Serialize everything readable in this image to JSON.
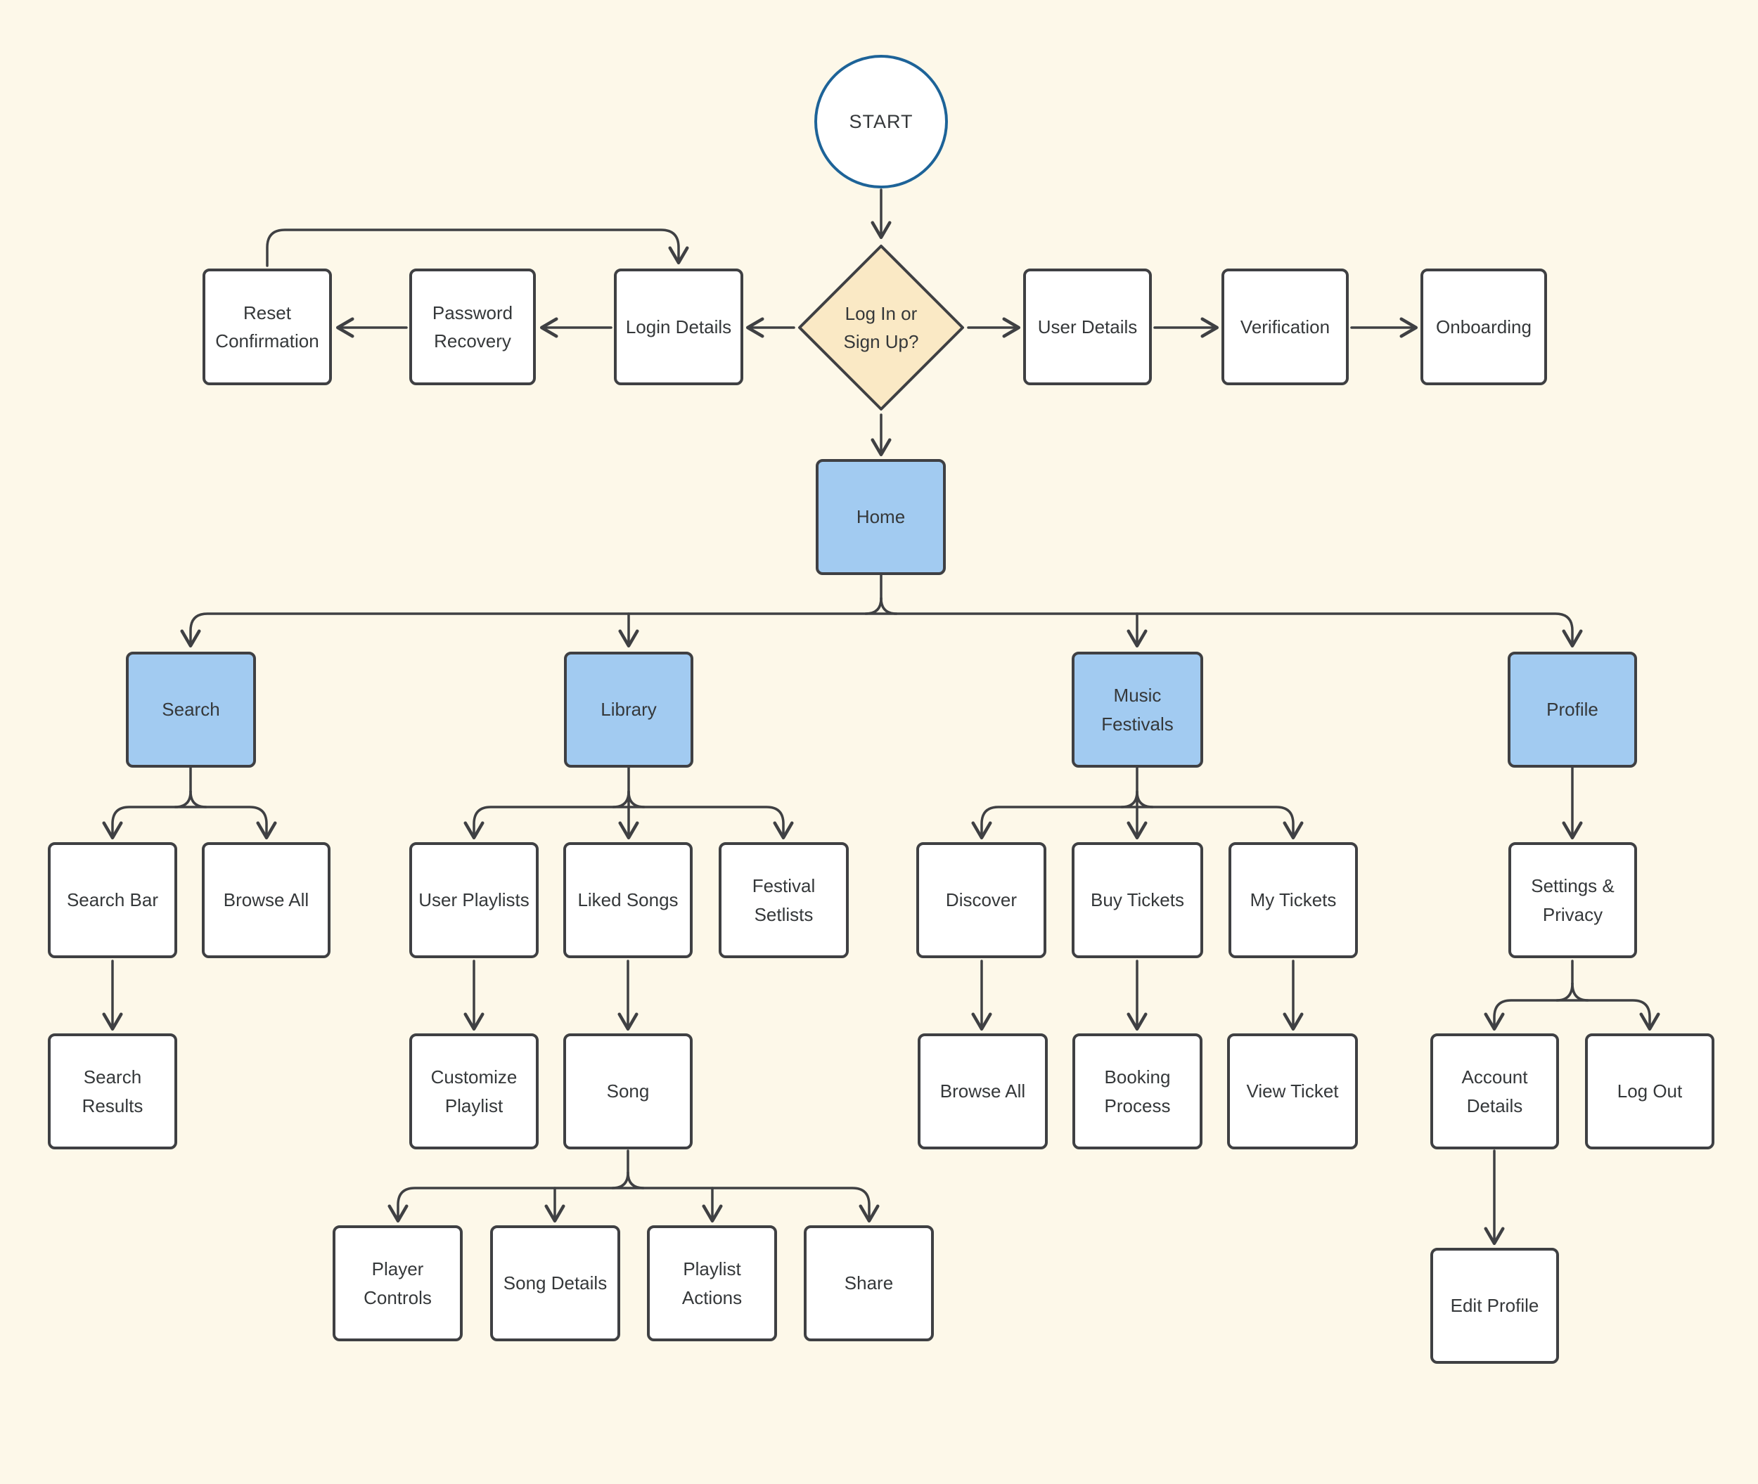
{
  "diagram": {
    "type": "flowchart",
    "description": "Music streaming app user flow diagram"
  },
  "colors": {
    "background": "#FDF8E9",
    "node_fill": "#FFFFFF",
    "node_border": "#3F4043",
    "accent_node_fill": "#A2CBF1",
    "decision_fill": "#FAE9C5",
    "start_circle_border": "#1D6398",
    "connector": "#3F4043",
    "text": "#35383A"
  },
  "nodes": {
    "start": {
      "label": "START",
      "shape": "circle"
    },
    "login_signup": {
      "label": "Log In or\nSign Up?",
      "shape": "diamond"
    },
    "reset_confirmation": {
      "label": "Reset\nConfirmation",
      "shape": "box"
    },
    "password_recovery": {
      "label": "Password\nRecovery",
      "shape": "box"
    },
    "login_details": {
      "label": "Login Details",
      "shape": "box"
    },
    "user_details": {
      "label": "User Details",
      "shape": "box"
    },
    "verification": {
      "label": "Verification",
      "shape": "box"
    },
    "onboarding": {
      "label": "Onboarding",
      "shape": "box"
    },
    "home": {
      "label": "Home",
      "shape": "box",
      "accent": true
    },
    "search": {
      "label": "Search",
      "shape": "box",
      "accent": true
    },
    "library": {
      "label": "Library",
      "shape": "box",
      "accent": true
    },
    "music_festivals": {
      "label": "Music\nFestivals",
      "shape": "box",
      "accent": true
    },
    "profile": {
      "label": "Profile",
      "shape": "box",
      "accent": true
    },
    "search_bar": {
      "label": "Search Bar",
      "shape": "box"
    },
    "browse_all_search": {
      "label": "Browse All",
      "shape": "box"
    },
    "user_playlists": {
      "label": "User Playlists",
      "shape": "box"
    },
    "liked_songs": {
      "label": "Liked Songs",
      "shape": "box"
    },
    "festival_setlists": {
      "label": "Festival\nSetlists",
      "shape": "box"
    },
    "discover": {
      "label": "Discover",
      "shape": "box"
    },
    "buy_tickets": {
      "label": "Buy Tickets",
      "shape": "box"
    },
    "my_tickets": {
      "label": "My Tickets",
      "shape": "box"
    },
    "settings_privacy": {
      "label": "Settings &\nPrivacy",
      "shape": "box"
    },
    "search_results": {
      "label": "Search\nResults",
      "shape": "box"
    },
    "customize_playlist": {
      "label": "Customize\nPlaylist",
      "shape": "box"
    },
    "song": {
      "label": "Song",
      "shape": "box"
    },
    "browse_all_festivals": {
      "label": "Browse All",
      "shape": "box"
    },
    "booking_process": {
      "label": "Booking\nProcess",
      "shape": "box"
    },
    "view_ticket": {
      "label": "View Ticket",
      "shape": "box"
    },
    "account_details": {
      "label": "Account\nDetails",
      "shape": "box"
    },
    "log_out": {
      "label": "Log Out",
      "shape": "box"
    },
    "player_controls": {
      "label": "Player\nControls",
      "shape": "box"
    },
    "song_details": {
      "label": "Song Details",
      "shape": "box"
    },
    "playlist_actions": {
      "label": "Playlist\nActions",
      "shape": "box"
    },
    "share": {
      "label": "Share",
      "shape": "box"
    },
    "edit_profile": {
      "label": "Edit Profile",
      "shape": "box"
    }
  },
  "edges": [
    {
      "from": "start",
      "to": "login_signup"
    },
    {
      "from": "login_signup",
      "to": "login_details"
    },
    {
      "from": "login_details",
      "to": "password_recovery"
    },
    {
      "from": "password_recovery",
      "to": "reset_confirmation"
    },
    {
      "from": "reset_confirmation",
      "to": "login_details"
    },
    {
      "from": "login_signup",
      "to": "user_details"
    },
    {
      "from": "user_details",
      "to": "verification"
    },
    {
      "from": "verification",
      "to": "onboarding"
    },
    {
      "from": "login_signup",
      "to": "home"
    },
    {
      "from": "home",
      "to": "search"
    },
    {
      "from": "home",
      "to": "library"
    },
    {
      "from": "home",
      "to": "music_festivals"
    },
    {
      "from": "home",
      "to": "profile"
    },
    {
      "from": "search",
      "to": "search_bar"
    },
    {
      "from": "search",
      "to": "browse_all_search"
    },
    {
      "from": "search_bar",
      "to": "search_results"
    },
    {
      "from": "library",
      "to": "user_playlists"
    },
    {
      "from": "library",
      "to": "liked_songs"
    },
    {
      "from": "library",
      "to": "festival_setlists"
    },
    {
      "from": "user_playlists",
      "to": "customize_playlist"
    },
    {
      "from": "liked_songs",
      "to": "song"
    },
    {
      "from": "song",
      "to": "player_controls"
    },
    {
      "from": "song",
      "to": "song_details"
    },
    {
      "from": "song",
      "to": "playlist_actions"
    },
    {
      "from": "song",
      "to": "share"
    },
    {
      "from": "music_festivals",
      "to": "discover"
    },
    {
      "from": "music_festivals",
      "to": "buy_tickets"
    },
    {
      "from": "music_festivals",
      "to": "my_tickets"
    },
    {
      "from": "discover",
      "to": "browse_all_festivals"
    },
    {
      "from": "buy_tickets",
      "to": "booking_process"
    },
    {
      "from": "my_tickets",
      "to": "view_ticket"
    },
    {
      "from": "profile",
      "to": "settings_privacy"
    },
    {
      "from": "settings_privacy",
      "to": "account_details"
    },
    {
      "from": "settings_privacy",
      "to": "log_out"
    },
    {
      "from": "account_details",
      "to": "edit_profile"
    }
  ]
}
